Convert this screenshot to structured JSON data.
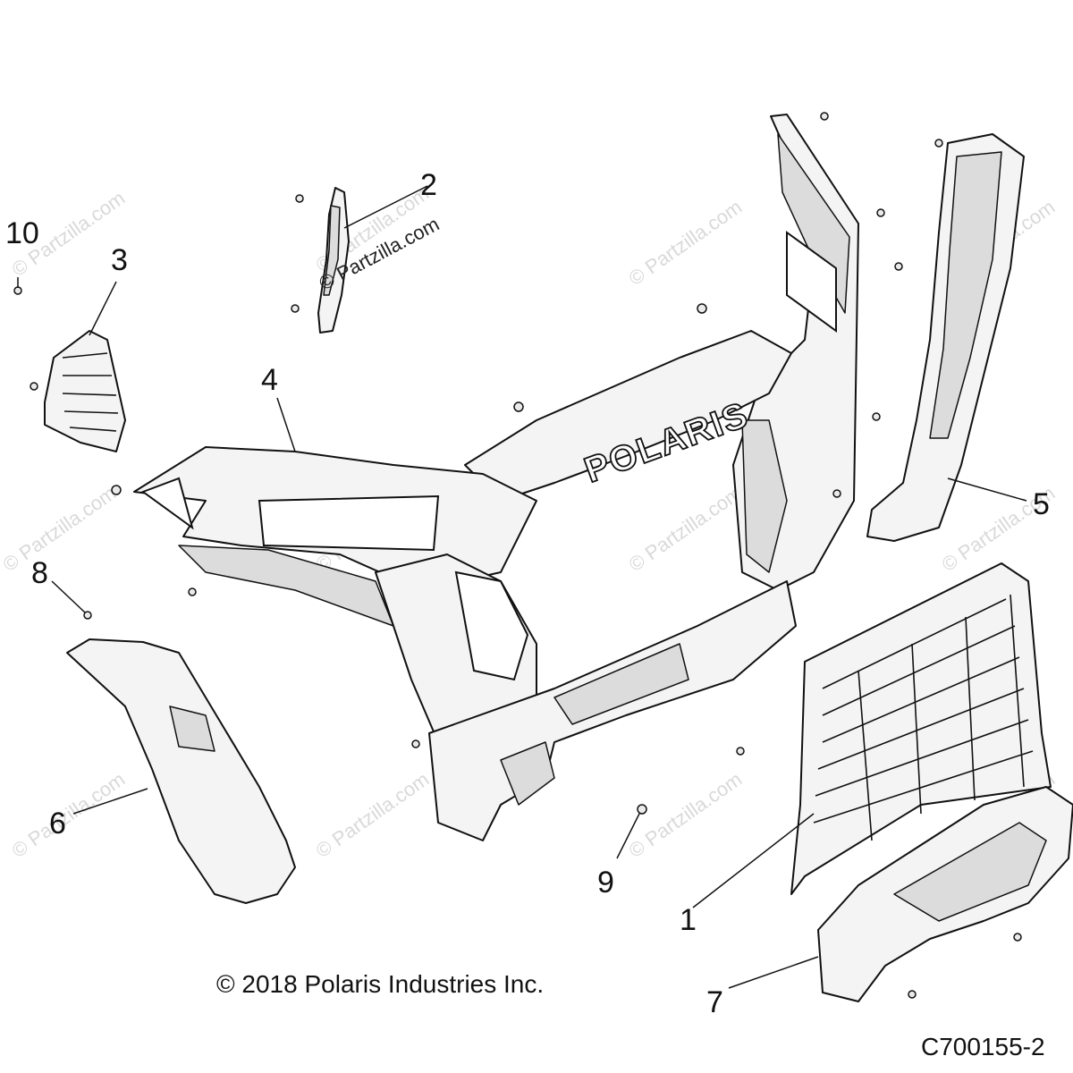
{
  "callouts": {
    "c1": "1",
    "c2": "2",
    "c3": "3",
    "c4": "4",
    "c5": "5",
    "c6": "6",
    "c7": "7",
    "c8": "8",
    "c9": "9",
    "c10": "10"
  },
  "logo_text": "POLARIS",
  "watermark_text": "© Partzilla.com",
  "copyright": "© 2018 Polaris Industries Inc.",
  "diagram_id": "C700155-2"
}
